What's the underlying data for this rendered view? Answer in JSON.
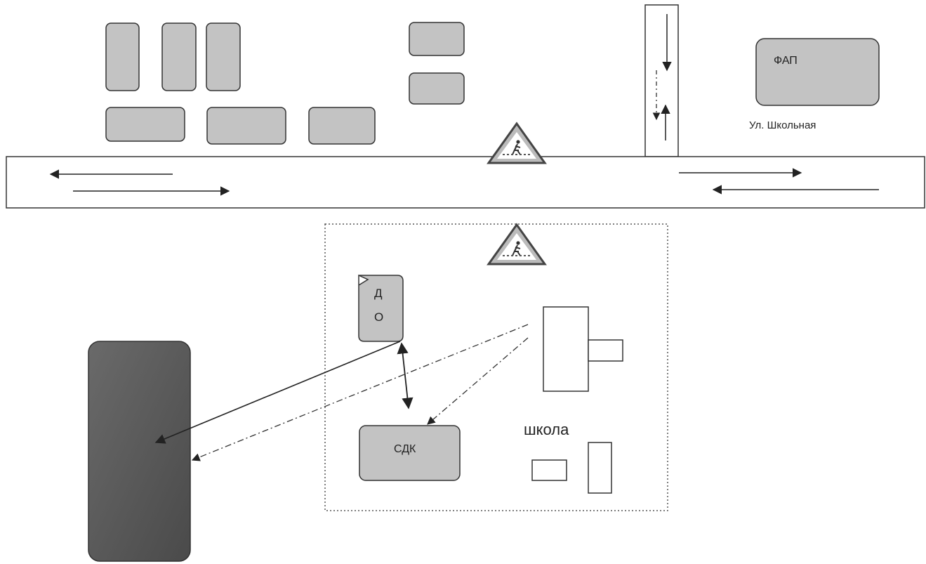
{
  "labels": {
    "fap": "ФАП",
    "street": "Ул. Школьная",
    "do_line1": "Д",
    "do_line2": "О",
    "sdk": "СДК",
    "school": "школа"
  },
  "icons": {
    "crosswalk_sign": "pedestrian-crossing-icon"
  },
  "colors": {
    "house": "#c3c3c3",
    "stroke": "#333333",
    "park": "#5a5a5a",
    "road": "#ffffff"
  }
}
